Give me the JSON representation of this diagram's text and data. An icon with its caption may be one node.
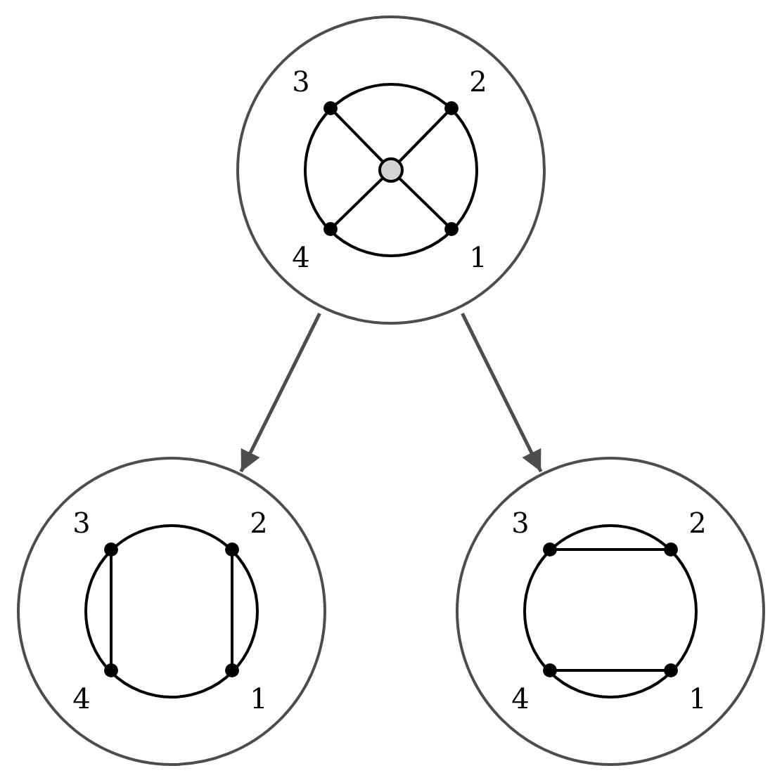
{
  "diagram": {
    "nodes": [
      {
        "text": [
          "3",
          "2",
          "4",
          "1"
        ]
      },
      {
        "text": [
          "3",
          "2",
          "4",
          "1"
        ]
      },
      {
        "text": [
          "3",
          "2",
          "4",
          "1"
        ]
      }
    ],
    "edges": [
      {
        "from": 0,
        "to": 1,
        "arrow": "to"
      },
      {
        "from": 0,
        "to": 2,
        "arrow": "to"
      }
    ]
  }
}
